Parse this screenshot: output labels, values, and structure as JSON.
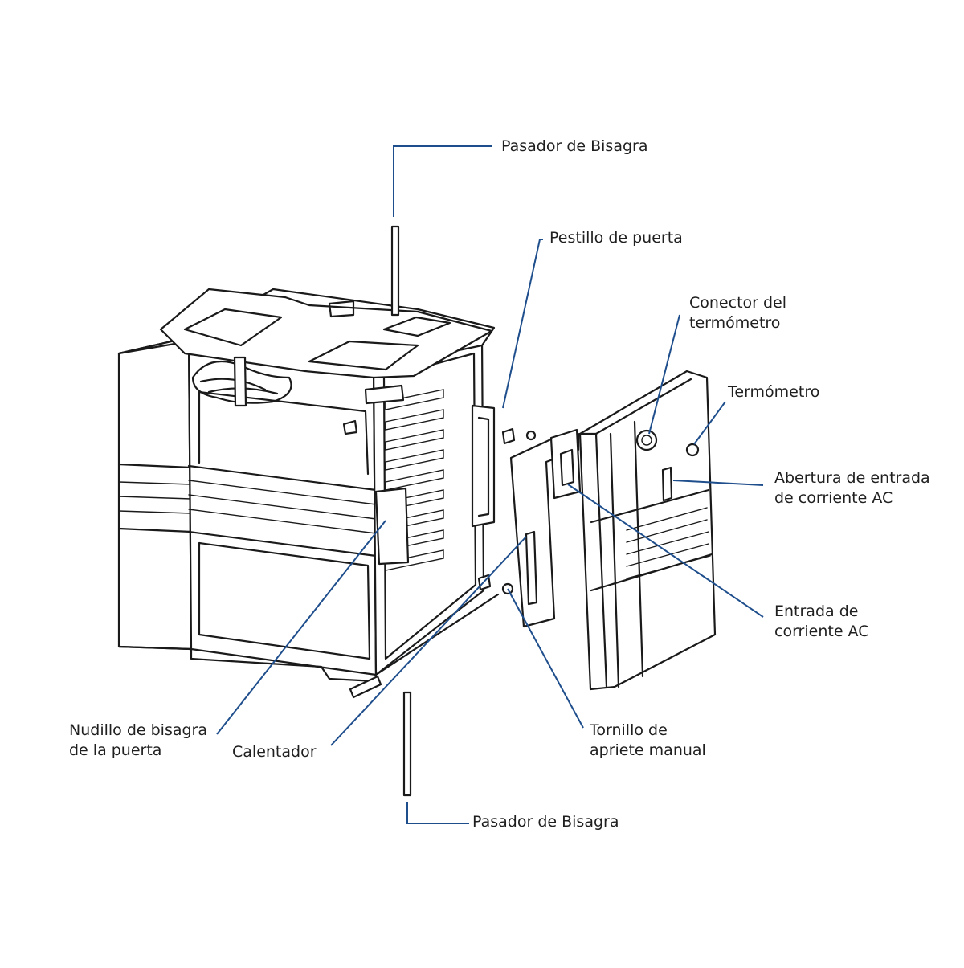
{
  "labels": {
    "hinge_pin_top": "Pasador de Bisagra",
    "door_latch": "Pestillo de puerta",
    "thermometer_connector_l1": "Conector del",
    "thermometer_connector_l2": "termómetro",
    "thermometer": "Termómetro",
    "ac_opening_l1": "Abertura de entrada",
    "ac_opening_l2": "de corriente AC",
    "ac_inlet_l1": "Entrada de",
    "ac_inlet_l2": "corriente AC",
    "thumb_screw_l1": "Tornillo de",
    "thumb_screw_l2": "apriete manual",
    "heater": "Calentador",
    "door_hinge_knuckle_l1": "Nudillo de bisagra",
    "door_hinge_knuckle_l2": "de la puerta",
    "hinge_pin_bottom": "Pasador de Bisagra"
  },
  "colors": {
    "leader": "#1f4e8c",
    "ink": "#1a1a1a",
    "background": "#ffffff"
  }
}
